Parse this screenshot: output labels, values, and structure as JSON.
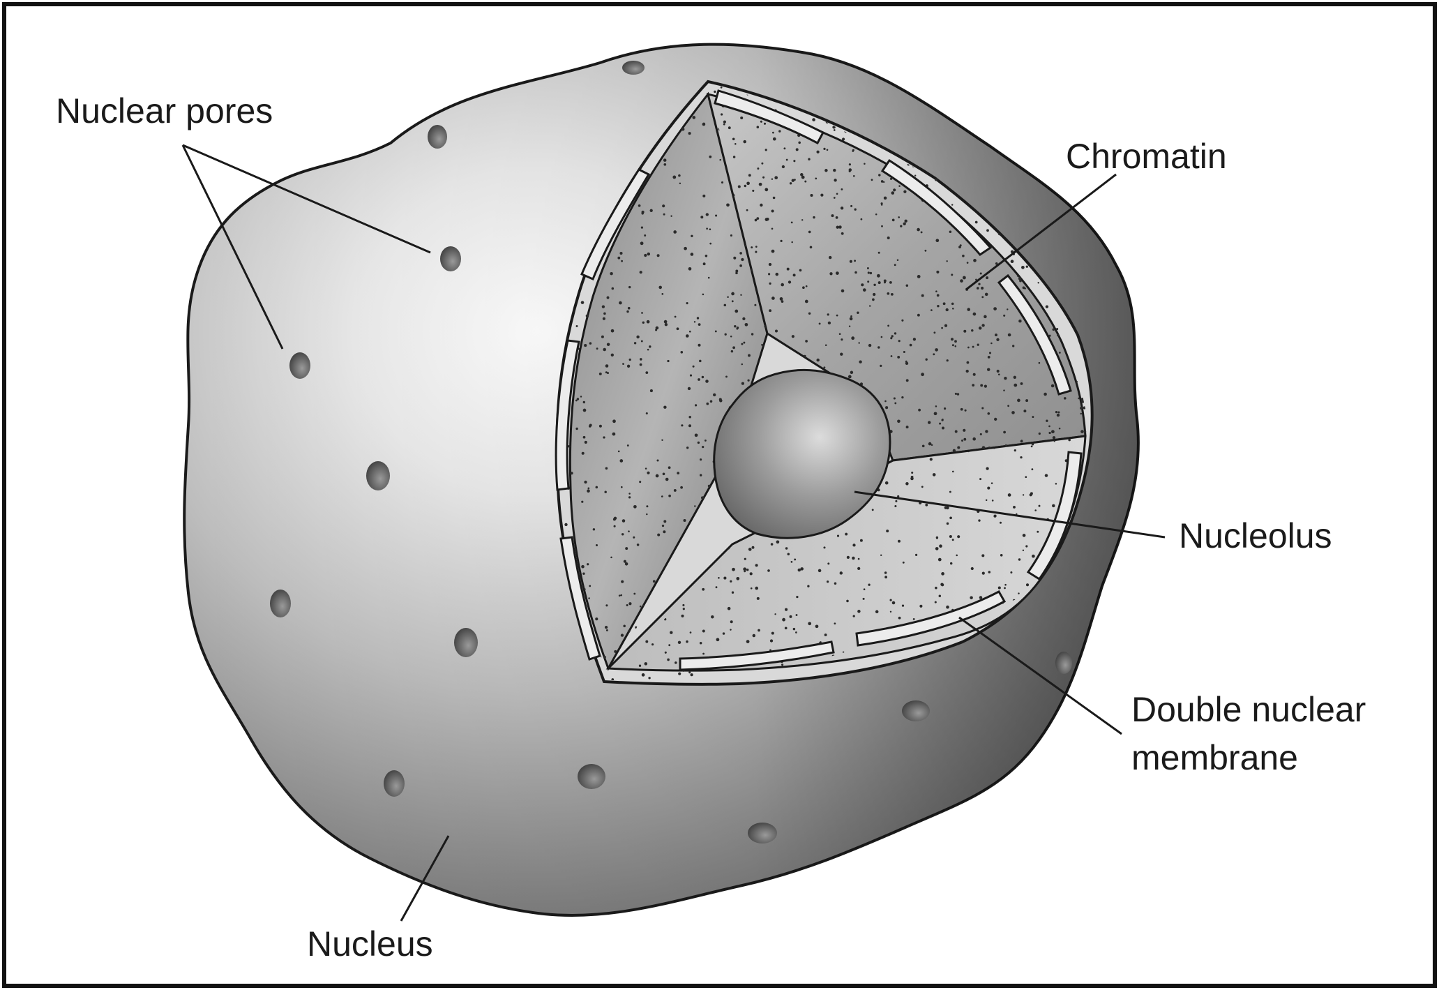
{
  "labels": {
    "nuclear_pores": "Nuclear pores",
    "chromatin": "Chromatin",
    "nucleolus": "Nucleolus",
    "double_membrane_line1": "Double nuclear",
    "double_membrane_line2": "membrane",
    "nucleus": "Nucleus"
  },
  "colors": {
    "outline": "#1a1a1a",
    "membrane": "#d9d9d9",
    "chromatin_dots": "#2a2a2a"
  }
}
